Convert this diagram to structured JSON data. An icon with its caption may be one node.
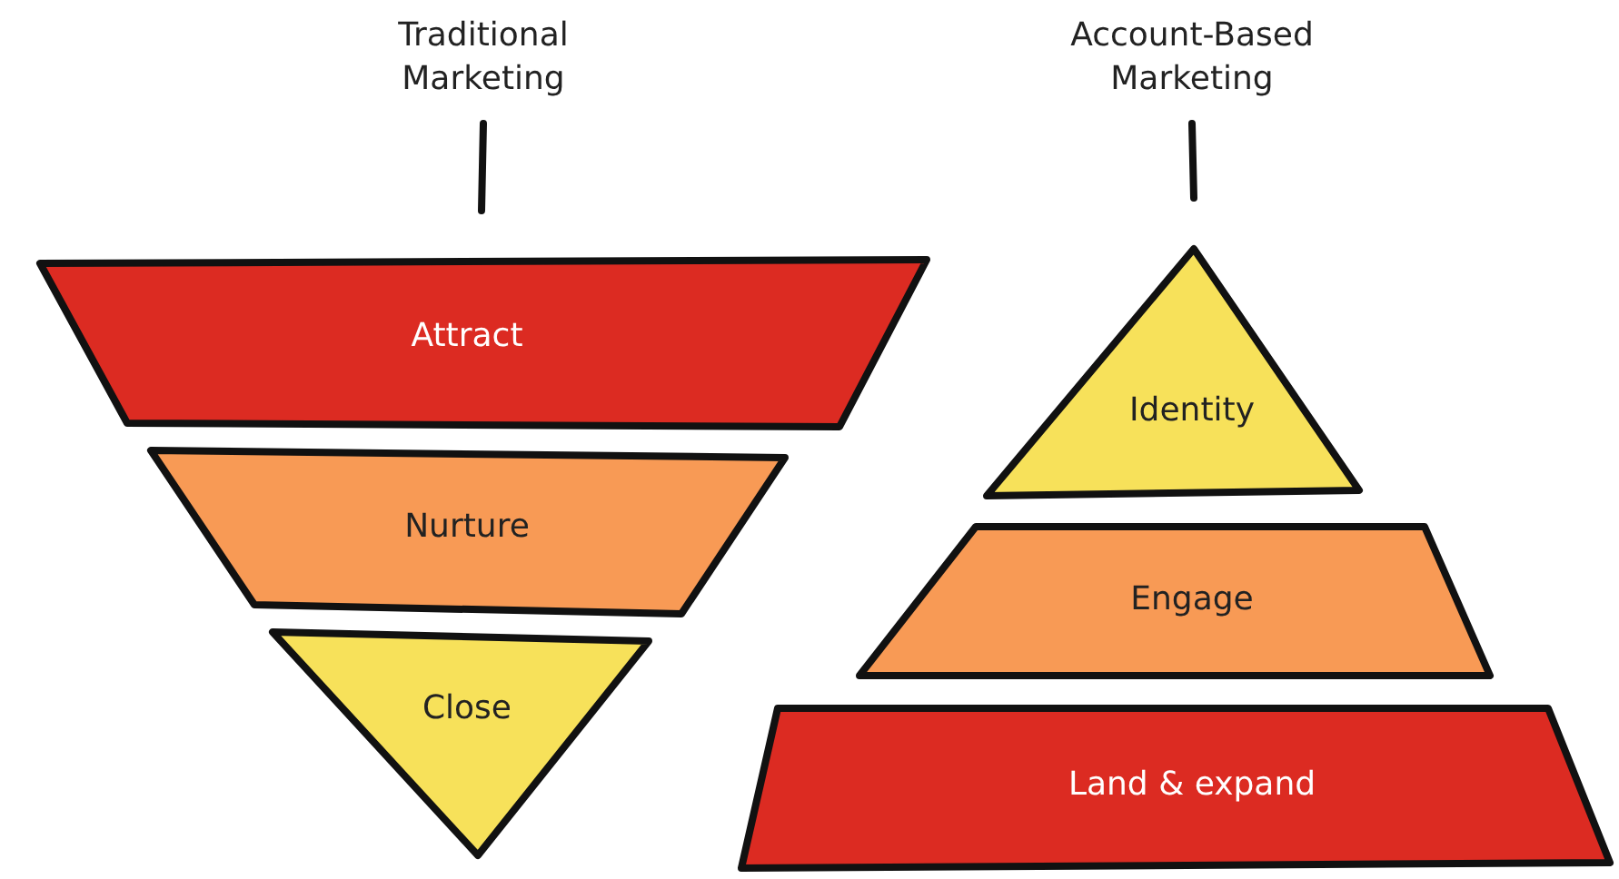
{
  "diagram": {
    "nodes": [
      {
        "text": [
          "Traditional Marketing"
        ]
      },
      {
        "text": [
          "Attract"
        ]
      },
      {
        "text": [
          "Nurture"
        ]
      },
      {
        "text": [
          "Close"
        ]
      },
      {
        "text": [
          "Account-Based Marketing"
        ]
      },
      {
        "text": [
          "Identity"
        ]
      },
      {
        "text": [
          "Engage"
        ]
      },
      {
        "text": [
          "Land & expand"
        ]
      }
    ],
    "edges": [
      {
        "from": 0,
        "to": 1,
        "arrow": "none"
      },
      {
        "from": 4,
        "to": 5,
        "arrow": "none"
      }
    ]
  }
}
